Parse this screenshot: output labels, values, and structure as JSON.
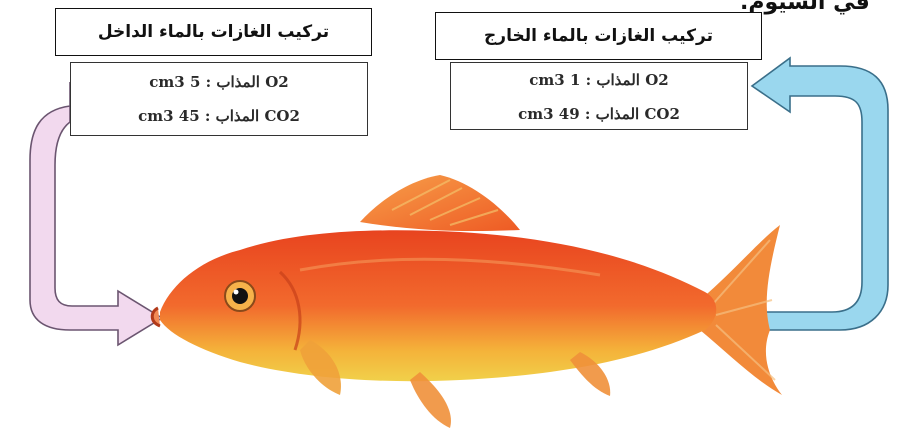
{
  "partial_header": "في السيوم.",
  "inlet_box": {
    "title": "تركيب الغازات بالماء الداخل",
    "rows": [
      {
        "gas": "O2",
        "separator": "المذاب :",
        "value": "5 cm3"
      },
      {
        "gas": "CO2",
        "separator": "المذاب :",
        "value": "45 cm3"
      }
    ]
  },
  "outlet_box": {
    "title": "تركيب الغازات بالماء الخارج",
    "rows": [
      {
        "gas": "O2",
        "separator": "المذاب :",
        "value": "1 cm3"
      },
      {
        "gas": "CO2",
        "separator": "المذاب :",
        "value": "49 cm3"
      }
    ]
  },
  "colors": {
    "inlet_arrow": "#f2d9ee",
    "outlet_arrow": "#9ad7ee",
    "fish_body": "#f2602a",
    "fish_belly": "#f3c23a"
  },
  "icons": [
    "inlet-water-arrow",
    "outlet-water-arrow",
    "goldfish-image"
  ]
}
